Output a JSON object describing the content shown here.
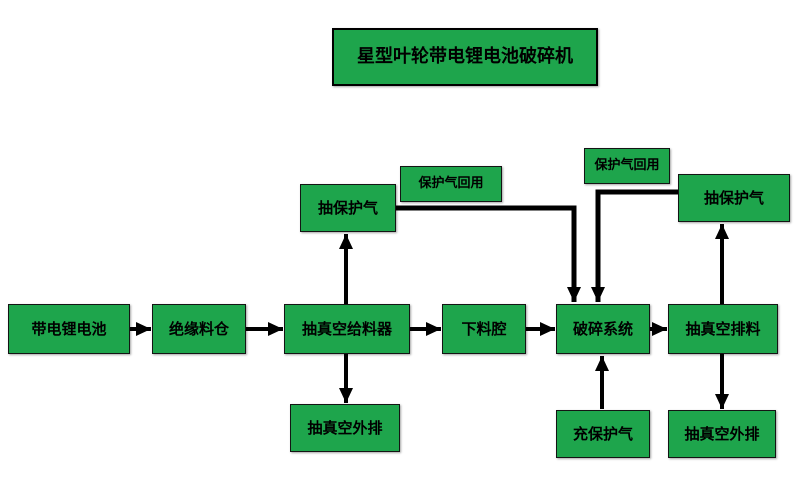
{
  "title": "星型叶轮带电锂电池破碎机",
  "colors": {
    "box_green": "#1ea54c",
    "border": "#141414",
    "arrow": "#000000",
    "background": "#ffffff"
  },
  "nodes": {
    "battery": {
      "label": "带电锂电池"
    },
    "insulation_silo": {
      "label": "绝缘料仓"
    },
    "vacuum_feeder": {
      "label": "抽真空给料器"
    },
    "feed_chamber": {
      "label": "下料腔"
    },
    "crushing_system": {
      "label": "破碎系统"
    },
    "vacuum_discharge": {
      "label": "抽真空排料"
    },
    "extract_gas_left": {
      "label": "抽保护气"
    },
    "gas_reuse_left": {
      "label": "保护气回用"
    },
    "gas_reuse_right": {
      "label": "保护气回用"
    },
    "extract_gas_right": {
      "label": "抽保护气"
    },
    "vacuum_exhaust_left": {
      "label": "抽真空外排"
    },
    "charge_gas": {
      "label": "充保护气"
    },
    "vacuum_exhaust_right": {
      "label": "抽真空外排"
    }
  },
  "edges": [
    {
      "from": "battery",
      "to": "insulation_silo",
      "type": "flow"
    },
    {
      "from": "insulation_silo",
      "to": "vacuum_feeder",
      "type": "flow"
    },
    {
      "from": "vacuum_feeder",
      "to": "feed_chamber",
      "type": "flow"
    },
    {
      "from": "feed_chamber",
      "to": "crushing_system",
      "type": "flow"
    },
    {
      "from": "crushing_system",
      "to": "vacuum_discharge",
      "type": "flow"
    },
    {
      "from": "vacuum_feeder",
      "to": "extract_gas_left",
      "type": "up"
    },
    {
      "from": "vacuum_feeder",
      "to": "vacuum_exhaust_left",
      "type": "down"
    },
    {
      "from": "extract_gas_left",
      "to": "crushing_system",
      "type": "gas-reuse",
      "via": "gas_reuse_left"
    },
    {
      "from": "extract_gas_right",
      "to": "crushing_system",
      "type": "gas-reuse",
      "via": "gas_reuse_right"
    },
    {
      "from": "charge_gas",
      "to": "crushing_system",
      "type": "up"
    },
    {
      "from": "vacuum_discharge",
      "to": "extract_gas_right",
      "type": "up"
    },
    {
      "from": "vacuum_discharge",
      "to": "vacuum_exhaust_right",
      "type": "down"
    }
  ]
}
